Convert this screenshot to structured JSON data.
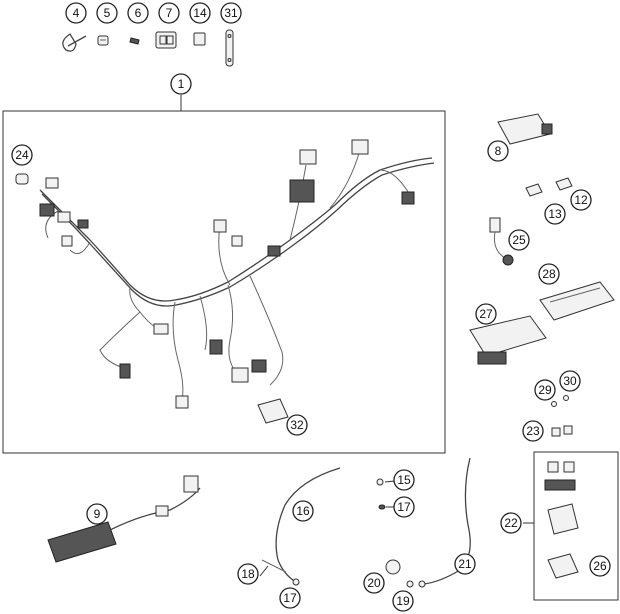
{
  "callouts": {
    "c4": "4",
    "c5": "5",
    "c6": "6",
    "c7": "7",
    "c14": "14",
    "c31": "31",
    "c1": "1",
    "c24": "24",
    "c32": "32",
    "c8": "8",
    "c13": "13",
    "c12": "12",
    "c25": "25",
    "c28": "28",
    "c27": "27",
    "c29": "29",
    "c30": "30",
    "c23": "23",
    "c9": "9",
    "c16": "16",
    "c15": "15",
    "c17a": "17",
    "c18": "18",
    "c17b": "17",
    "c20": "20",
    "c19": "19",
    "c21": "21",
    "c22": "22",
    "c26": "26"
  }
}
